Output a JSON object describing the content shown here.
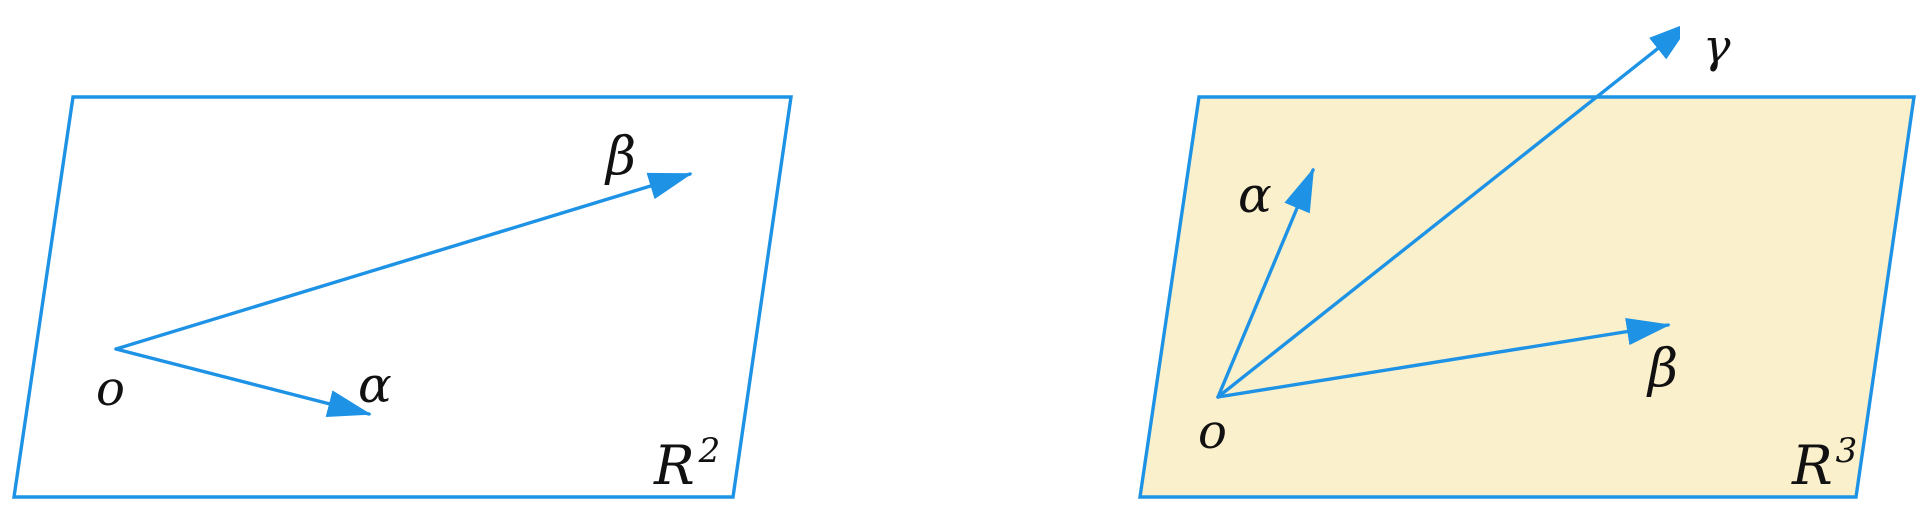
{
  "colors": {
    "line": "#1e93e6",
    "plane_left_fill": "#ffffff",
    "plane_right_fill": "#fbf0cc",
    "text": "#111111"
  },
  "left_panel": {
    "space_label": "R",
    "space_exponent": "2",
    "origin_label": "o",
    "vectors": [
      {
        "name": "alpha",
        "label": "α"
      },
      {
        "name": "beta",
        "label": "β"
      }
    ]
  },
  "right_panel": {
    "space_label": "R",
    "space_exponent": "3",
    "origin_label": "o",
    "vectors": [
      {
        "name": "alpha",
        "label": "α"
      },
      {
        "name": "beta",
        "label": "β"
      },
      {
        "name": "gamma",
        "label": "γ"
      }
    ]
  }
}
